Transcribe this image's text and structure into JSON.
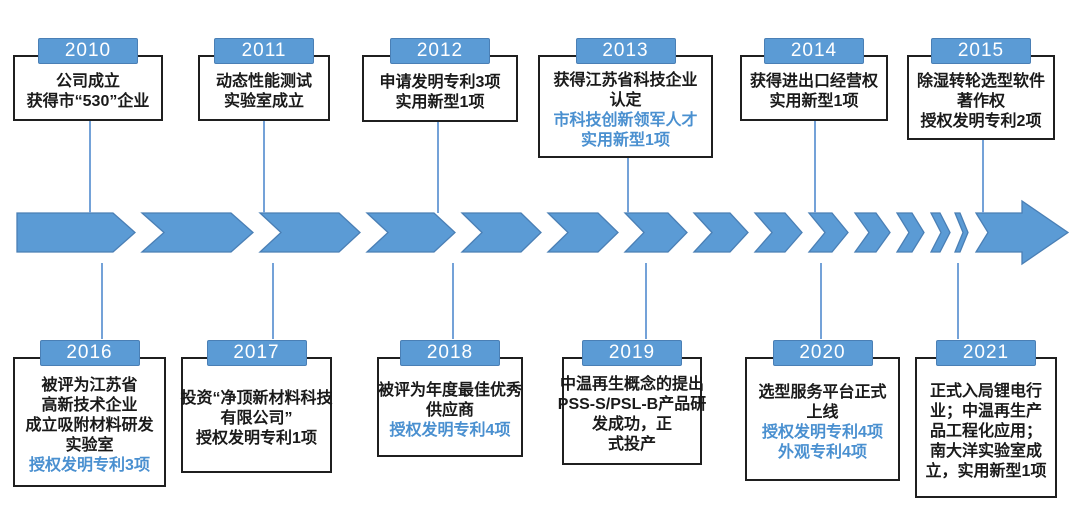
{
  "colors": {
    "accent": "#5b9bd5",
    "accent_border": "#4a7fb5",
    "connector": "#74a2d8",
    "box_border": "#1f1f1f",
    "text_dark": "#1a1a1a",
    "text_blue": "#4a90d0"
  },
  "events": [
    {
      "year": "2010",
      "lines": [
        {
          "text": "公司成立",
          "color": "#1a1a1a"
        },
        {
          "text": "获得市“530”企业",
          "color": "#1a1a1a"
        }
      ]
    },
    {
      "year": "2011",
      "lines": [
        {
          "text": "动态性能测试",
          "color": "#1a1a1a"
        },
        {
          "text": "实验室成立",
          "color": "#1a1a1a"
        }
      ]
    },
    {
      "year": "2012",
      "lines": [
        {
          "text": "申请发明专利3项",
          "color": "#1a1a1a"
        },
        {
          "text": "实用新型1项",
          "color": "#1a1a1a"
        }
      ]
    },
    {
      "year": "2013",
      "lines": [
        {
          "text": "获得江苏省科技企业",
          "color": "#1a1a1a"
        },
        {
          "text": "认定",
          "color": "#1a1a1a"
        },
        {
          "text": "市科技创新领军人才",
          "color": "#4a90d0"
        },
        {
          "text": "实用新型1项",
          "color": "#4a90d0"
        }
      ]
    },
    {
      "year": "2014",
      "lines": [
        {
          "text": "获得进出口经营权",
          "color": "#1a1a1a"
        },
        {
          "text": "实用新型1项",
          "color": "#1a1a1a"
        }
      ]
    },
    {
      "year": "2015",
      "lines": [
        {
          "text": "除湿转轮选型软件",
          "color": "#1a1a1a"
        },
        {
          "text": "著作权",
          "color": "#1a1a1a"
        },
        {
          "text": "授权发明专利2项",
          "color": "#1a1a1a"
        }
      ]
    },
    {
      "year": "2016",
      "lines": [
        {
          "text": "被评为江苏省",
          "color": "#1a1a1a"
        },
        {
          "text": "高新技术企业",
          "color": "#1a1a1a"
        },
        {
          "text": "成立吸附材料研发",
          "color": "#1a1a1a"
        },
        {
          "text": "实验室",
          "color": "#1a1a1a"
        },
        {
          "text": "授权发明专利3项",
          "color": "#4a90d0"
        }
      ]
    },
    {
      "year": "2017",
      "lines": [
        {
          "text": "投资“净顶新材料科技",
          "color": "#1a1a1a"
        },
        {
          "text": "有限公司”",
          "color": "#1a1a1a"
        },
        {
          "text": "授权发明专利1项",
          "color": "#1a1a1a"
        }
      ]
    },
    {
      "year": "2018",
      "lines": [
        {
          "text": "被评为年度最佳优秀",
          "color": "#1a1a1a"
        },
        {
          "text": "供应商",
          "color": "#1a1a1a"
        },
        {
          "text": "授权发明专利4项",
          "color": "#4a90d0"
        }
      ]
    },
    {
      "year": "2019",
      "lines": [
        {
          "text": "中温再生概念的提出",
          "color": "#1a1a1a"
        },
        {
          "text": "PSS-S/PSL-B产品研",
          "color": "#1a1a1a"
        },
        {
          "text": "发成功，正",
          "color": "#1a1a1a"
        },
        {
          "text": "式投产",
          "color": "#1a1a1a"
        }
      ]
    },
    {
      "year": "2020",
      "lines": [
        {
          "text": "选型服务平台正式",
          "color": "#1a1a1a"
        },
        {
          "text": "上线",
          "color": "#1a1a1a"
        },
        {
          "text": "授权发明专利4项",
          "color": "#4a90d0"
        },
        {
          "text": "外观专利4项",
          "color": "#4a90d0"
        }
      ]
    },
    {
      "year": "2021",
      "lines": [
        {
          "text": "正式入局锂电行",
          "color": "#1a1a1a"
        },
        {
          "text": "业；中温再生产",
          "color": "#1a1a1a"
        },
        {
          "text": "品工程化应用；",
          "color": "#1a1a1a"
        },
        {
          "text": "南大洋实验室成",
          "color": "#1a1a1a"
        },
        {
          "text": "立，实用新型1项",
          "color": "#1a1a1a"
        }
      ]
    }
  ]
}
